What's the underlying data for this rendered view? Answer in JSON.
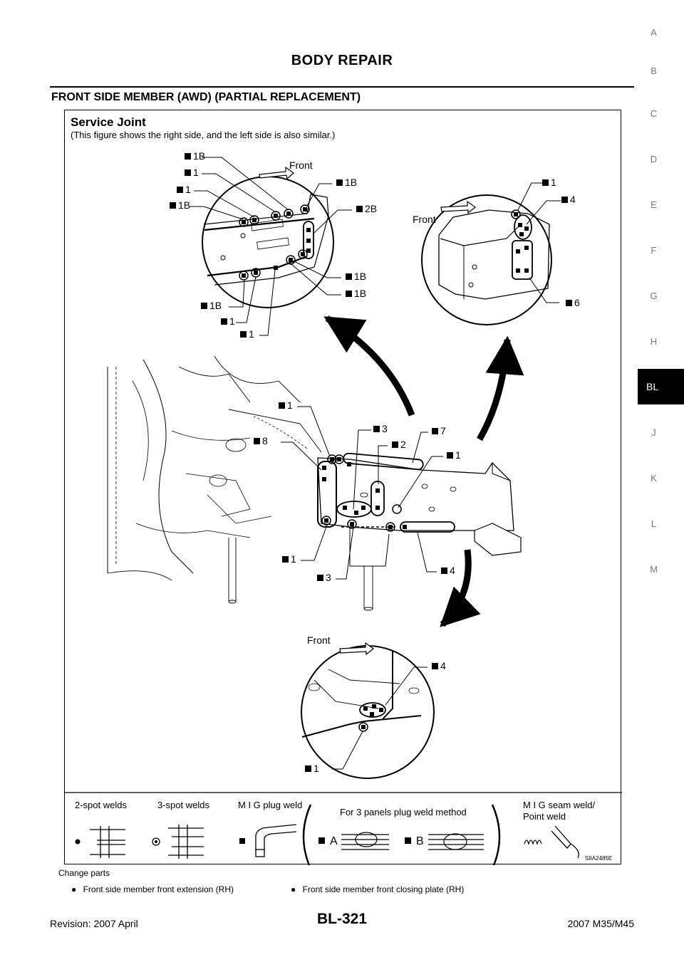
{
  "header": {
    "title": "BODY REPAIR"
  },
  "section": {
    "title": "FRONT SIDE MEMBER (AWD) (PARTIAL REPLACEMENT)"
  },
  "index_tabs": [
    "A",
    "B",
    "C",
    "D",
    "E",
    "F",
    "G",
    "H",
    "BL",
    "J",
    "K",
    "L",
    "M"
  ],
  "active_tab": "BL",
  "figure": {
    "title": "Service Joint",
    "subtitle": "(This figure shows the right side, and the left side is also similar.)",
    "front_label": "Front",
    "code": "SIIA2485E",
    "labels": {
      "d1": [
        "1B",
        "1",
        "1",
        "1B",
        "1B",
        "2B",
        "1B",
        "1B",
        "1B",
        "1",
        "1"
      ],
      "d2": [
        "1",
        "4",
        "6"
      ],
      "main": [
        "1",
        "8",
        "3",
        "2",
        "7",
        "1",
        "1",
        "3",
        "4"
      ],
      "d3": [
        "4",
        "1"
      ]
    },
    "legend": {
      "two_spot": "2-spot welds",
      "three_spot": "3-spot welds",
      "mig_plug": "M I G plug weld",
      "three_panel": "For 3 panels plug weld method",
      "mig_seam_l1": "M I G seam weld/",
      "mig_seam_l2": "Point weld",
      "a": "A",
      "b": "B"
    }
  },
  "caption": "Change parts",
  "parts": [
    "Front side member front extension (RH)",
    "Front side member front closing plate (RH)"
  ],
  "footer": {
    "revision": "Revision: 2007 April",
    "page": "BL-321",
    "model": "2007 M35/M45"
  }
}
